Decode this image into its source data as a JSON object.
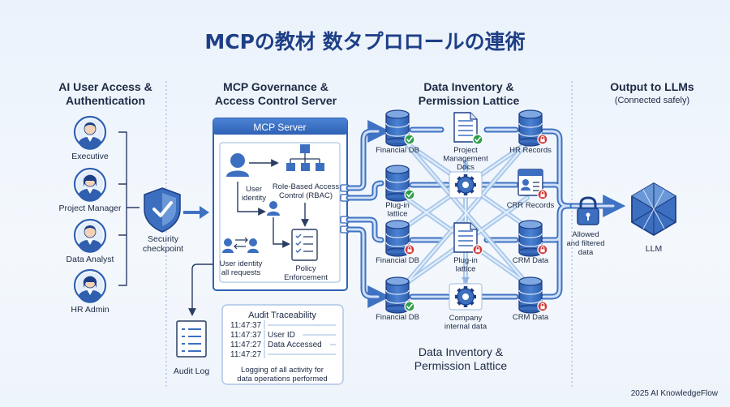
{
  "title": "MCPの教材 数タプロロールの連術",
  "left_column": {
    "header_line1": "AI User Access &",
    "header_line2": "Authentication",
    "users": [
      {
        "label": "Executive",
        "gender": "male"
      },
      {
        "label": "Project Manager",
        "gender": "female"
      },
      {
        "label": "Data Analyst",
        "gender": "male"
      },
      {
        "label": "HR Admin",
        "gender": "female"
      }
    ],
    "checkpoint_line1": "Security",
    "checkpoint_line2": "checkpoint"
  },
  "governance": {
    "header_line1": "MCP Governance &",
    "header_line2": "Access Control Server",
    "server_title": "MCP Server",
    "user_identity_line1": "User",
    "user_identity_line2": "identity",
    "rbac_line1": "Role-Based Access",
    "rbac_line2": "Control (RBAC)",
    "requests_line1": "User identity",
    "requests_line2": "all requests",
    "policy_line1": "Policy",
    "policy_line2": "Enforcement"
  },
  "audit": {
    "log_label": "Audit Log",
    "panel_title": "Audit Traceability",
    "rows": [
      {
        "time": "11:47:37",
        "text": ""
      },
      {
        "time": "11:47:37",
        "text": "User ID"
      },
      {
        "time": "11:47:27",
        "text": "Data Accessed"
      },
      {
        "time": "11:47:27",
        "text": ""
      }
    ],
    "footer_line1": "Logging of all activity for",
    "footer_line2": "data operations performed"
  },
  "inventory": {
    "header_line1": "Data Inventory &",
    "header_line2": "Permission Lattice",
    "footer_line1": "Data Inventory &",
    "footer_line2": "Permission Lattice",
    "nodes": [
      {
        "id": "financial-db-1",
        "kind": "db",
        "label": [
          "Financial DB"
        ],
        "status": "allowed"
      },
      {
        "id": "project-docs",
        "kind": "doc",
        "label": [
          "Project",
          "Management",
          "Docs"
        ],
        "status": "allowed"
      },
      {
        "id": "hr-records",
        "kind": "db",
        "label": [
          "HR Records"
        ],
        "status": "denied"
      },
      {
        "id": "plugin-lattice-1",
        "kind": "db",
        "label": [
          "Plug-in",
          "lattice"
        ],
        "status": "allowed"
      },
      {
        "id": "lattice-hub",
        "kind": "gear",
        "label": [],
        "status": "none"
      },
      {
        "id": "crr-records",
        "kind": "card",
        "label": [
          "CRR Records"
        ],
        "status": "denied"
      },
      {
        "id": "financial-db-2",
        "kind": "db",
        "label": [
          "Financial DB"
        ],
        "status": "denied"
      },
      {
        "id": "plugin-lattice-2",
        "kind": "doc",
        "label": [
          "Plug-in",
          "lattice"
        ],
        "status": "denied"
      },
      {
        "id": "crm-data-1",
        "kind": "db",
        "label": [
          "CRM Data"
        ],
        "status": "denied"
      },
      {
        "id": "financial-db-3",
        "kind": "db",
        "label": [
          "Financial DB"
        ],
        "status": "allowed"
      },
      {
        "id": "company-internal",
        "kind": "gear",
        "label": [
          "Company",
          "internal data"
        ],
        "status": "none"
      },
      {
        "id": "crm-data-2",
        "kind": "db",
        "label": [
          "CRM Data"
        ],
        "status": "denied"
      }
    ]
  },
  "output": {
    "header_line1": "Output to LLMs",
    "header_line2": "(Connected safely)",
    "filter_line1": "Allowed",
    "filter_line2": "and filtered",
    "filter_line3": "data",
    "llm_label": "LLM"
  },
  "footer_credit": "2025 AI KnowledgeFlow",
  "colors": {
    "title": "#1e3f86",
    "pipe": "#3f72c2",
    "icon_fill": "#3d6fc0",
    "icon_light": "#dce8f8",
    "allowed": "#2f9e4a",
    "denied": "#d23b3b"
  }
}
